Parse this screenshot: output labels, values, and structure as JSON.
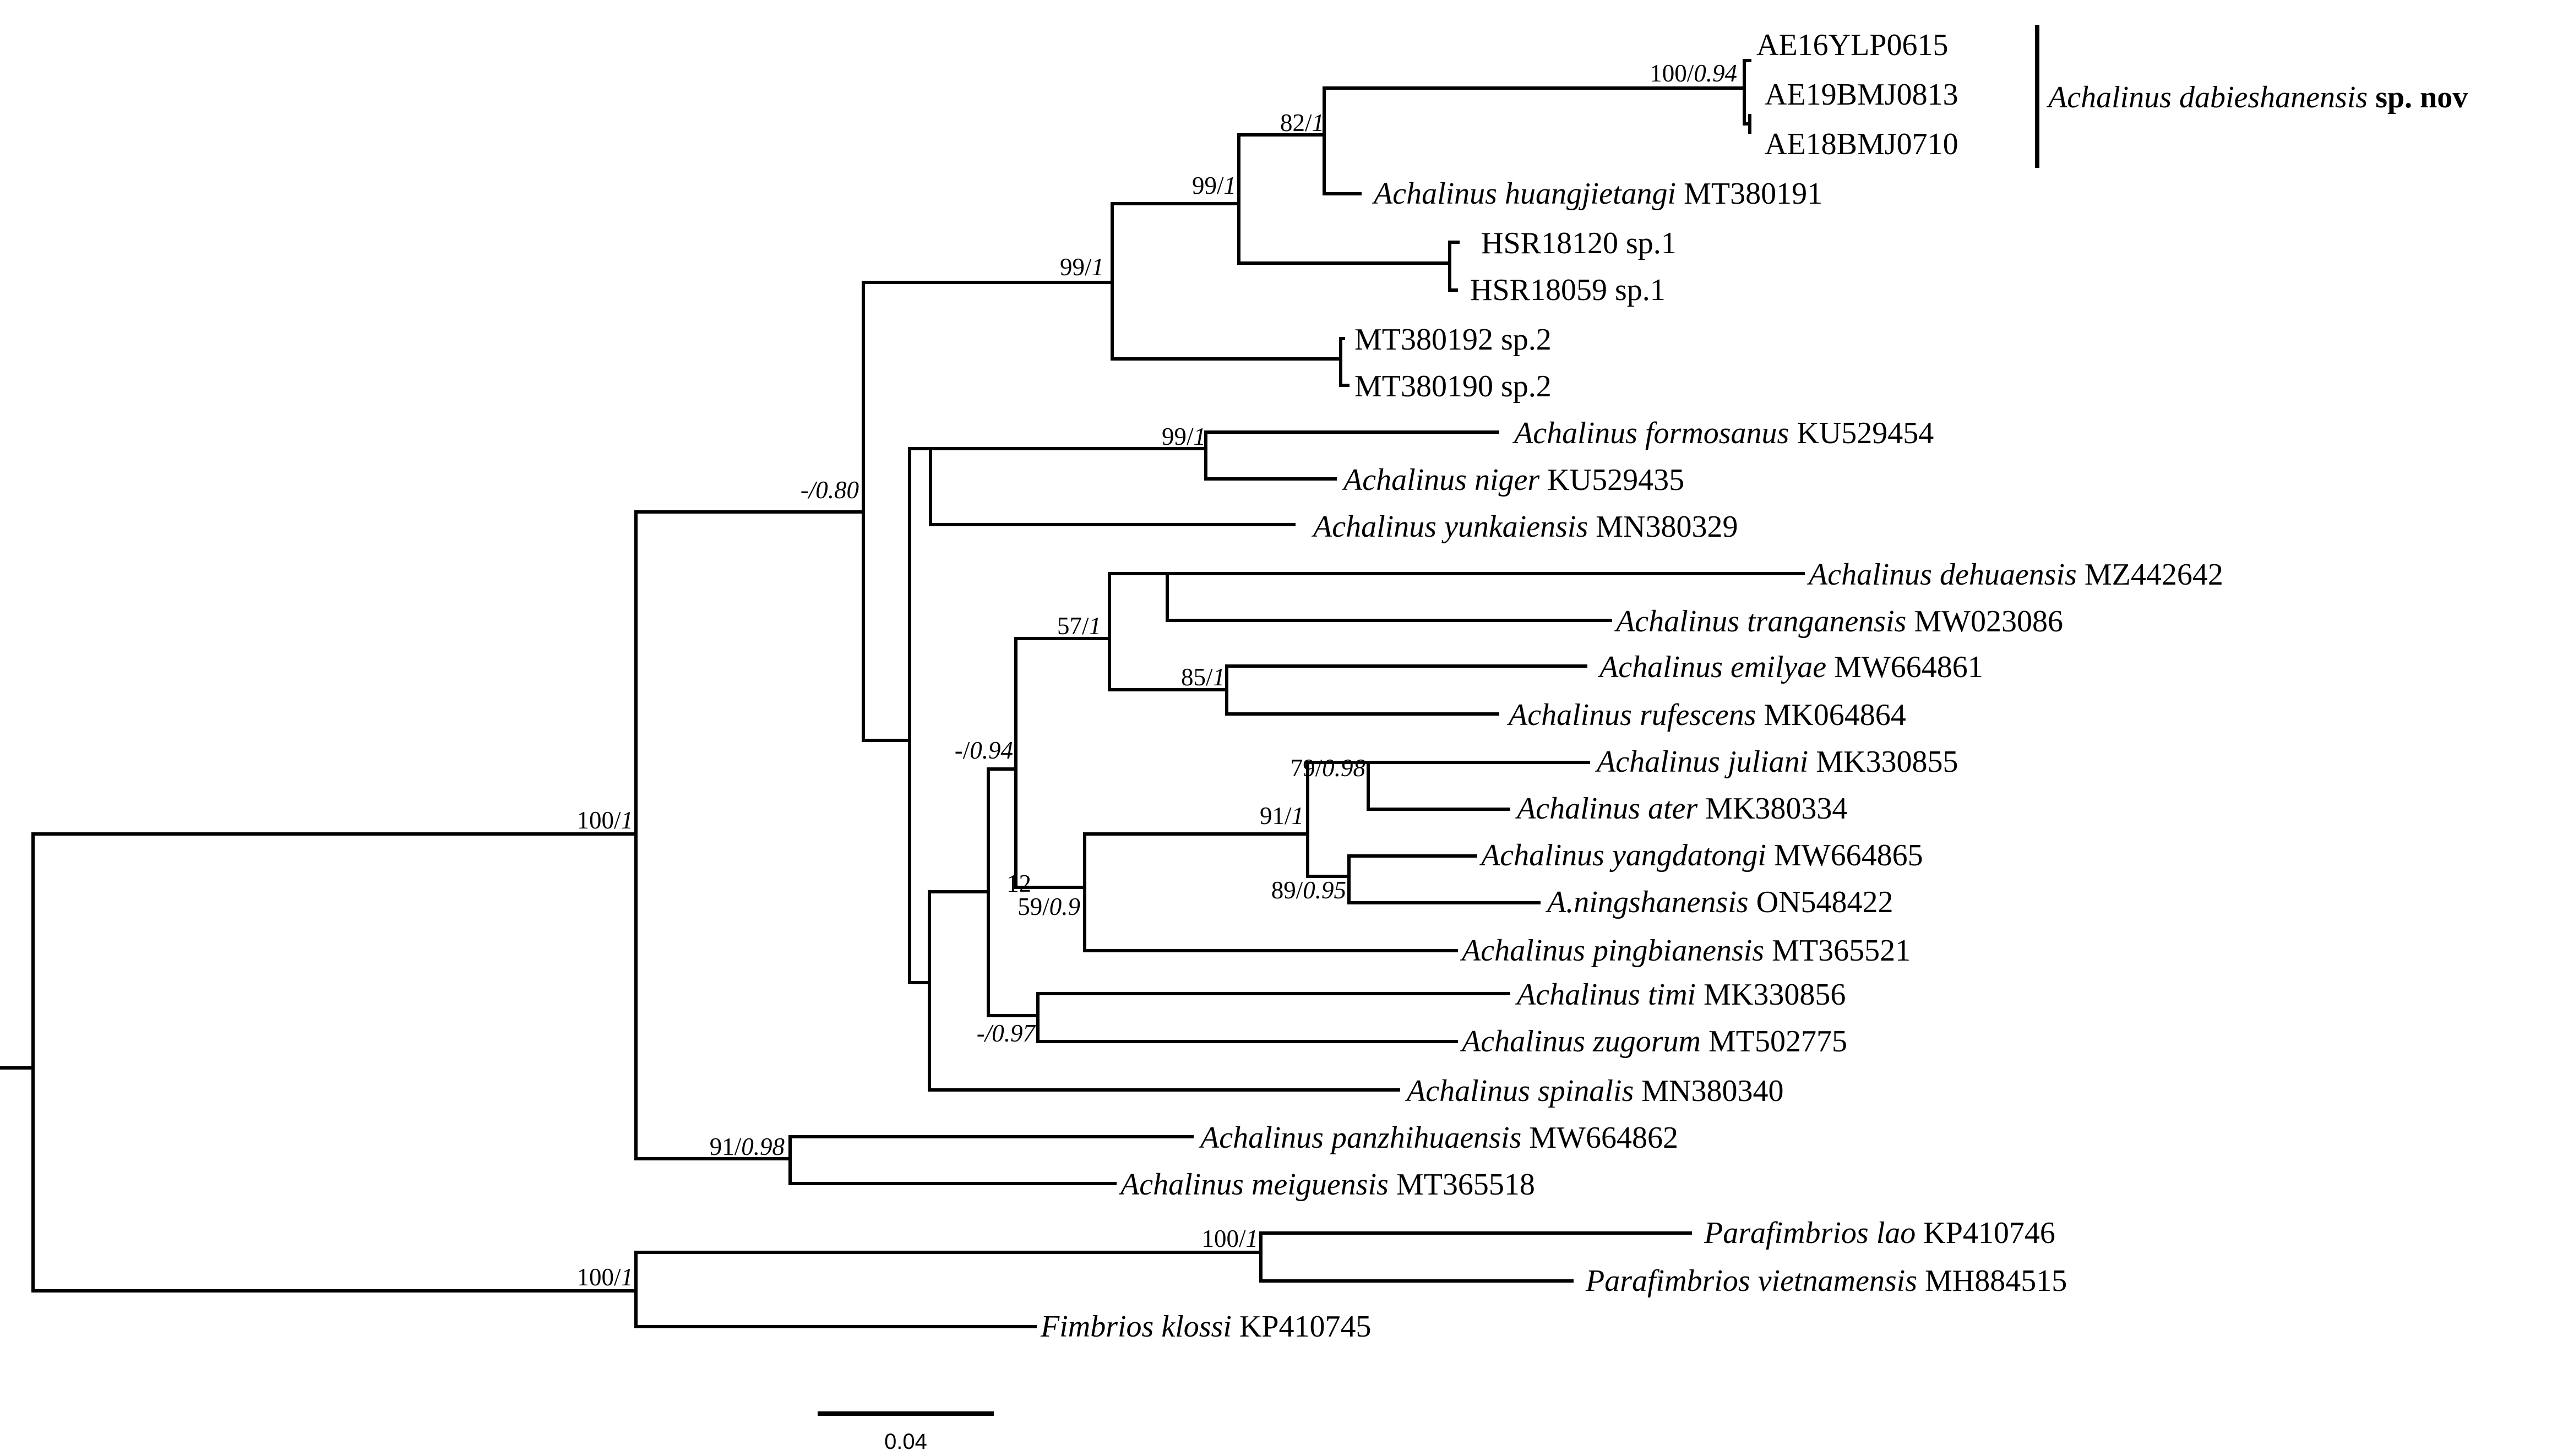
{
  "tree": {
    "taxa": [
      {
        "genus_species": "",
        "accession": "AE16YLP0615"
      },
      {
        "genus_species": "",
        "accession": "AE19BMJ0813"
      },
      {
        "genus_species": "",
        "accession": "AE18BMJ0710"
      },
      {
        "genus_species": "Achalinus huangjietangi",
        "accession": "MT380191"
      },
      {
        "genus_species": "",
        "accession": "HSR18120 sp.1"
      },
      {
        "genus_species": "",
        "accession": "HSR18059 sp.1"
      },
      {
        "genus_species": "",
        "accession": "MT380192 sp.2"
      },
      {
        "genus_species": "",
        "accession": "MT380190 sp.2"
      },
      {
        "genus_species": "Achalinus formosanus",
        "accession": "KU529454"
      },
      {
        "genus_species": "Achalinus niger",
        "accession": "KU529435"
      },
      {
        "genus_species": "Achalinus yunkaiensis",
        "accession": "MN380329"
      },
      {
        "genus_species": "Achalinus dehuaensis",
        "accession": "MZ442642"
      },
      {
        "genus_species": "Achalinus tranganensis",
        "accession": "MW023086"
      },
      {
        "genus_species": "Achalinus emilyae",
        "accession": "MW664861"
      },
      {
        "genus_species": "Achalinus rufescens",
        "accession": "MK064864"
      },
      {
        "genus_species": "Achalinus juliani",
        "accession": "MK330855"
      },
      {
        "genus_species": "Achalinus ater",
        "accession": "MK380334"
      },
      {
        "genus_species": "Achalinus yangdatongi",
        "accession": "MW664865"
      },
      {
        "genus_species": "A.ningshanensis",
        "accession": "ON548422"
      },
      {
        "genus_species": "Achalinus pingbianensis",
        "accession": "MT365521"
      },
      {
        "genus_species": "Achalinus timi",
        "accession": "MK330856"
      },
      {
        "genus_species": "Achalinus zugorum",
        "accession": "MT502775"
      },
      {
        "genus_species": "Achalinus spinalis",
        "accession": "MN380340"
      },
      {
        "genus_species": "Achalinus panzhihuaensis",
        "accession": "MW664862"
      },
      {
        "genus_species": "Achalinus meiguensis",
        "accession": "MT365518"
      },
      {
        "genus_species": "Parafimbrios lao",
        "accession": "KP410746"
      },
      {
        "genus_species": "Parafimbrios vietnamensis",
        "accession": "MH884515"
      },
      {
        "genus_species": "Fimbrios klossi",
        "accession": "KP410745"
      }
    ],
    "support_values": [
      {
        "bootstrap": "100",
        "posterior": "0.94"
      },
      {
        "bootstrap": "82",
        "posterior": "1"
      },
      {
        "bootstrap": "99",
        "posterior": "1"
      },
      {
        "bootstrap": "99",
        "posterior": "1"
      },
      {
        "bootstrap": "99",
        "posterior": "1"
      },
      {
        "bootstrap": "-",
        "posterior": "0.80"
      },
      {
        "bootstrap": "57",
        "posterior": "1"
      },
      {
        "bootstrap": "85",
        "posterior": "1"
      },
      {
        "bootstrap": "-",
        "posterior": "0.94"
      },
      {
        "bootstrap": "79",
        "posterior": "0.98"
      },
      {
        "bootstrap": "91",
        "posterior": "1"
      },
      {
        "bootstrap": "89",
        "posterior": "0.95"
      },
      {
        "bootstrap": "59",
        "posterior": "0.9"
      },
      {
        "bootstrap": "-",
        "posterior": "0.97"
      },
      {
        "bootstrap": "100",
        "posterior": "1"
      },
      {
        "bootstrap": "91",
        "posterior": "0.98"
      },
      {
        "bootstrap": "100",
        "posterior": "1"
      },
      {
        "bootstrap": "100",
        "posterior": "1"
      }
    ],
    "stray_label": "12",
    "clade_label": {
      "italic": "Achalinus dabieshanensis",
      "bold": "sp. nov"
    },
    "scale_bar_label": "0.04"
  }
}
